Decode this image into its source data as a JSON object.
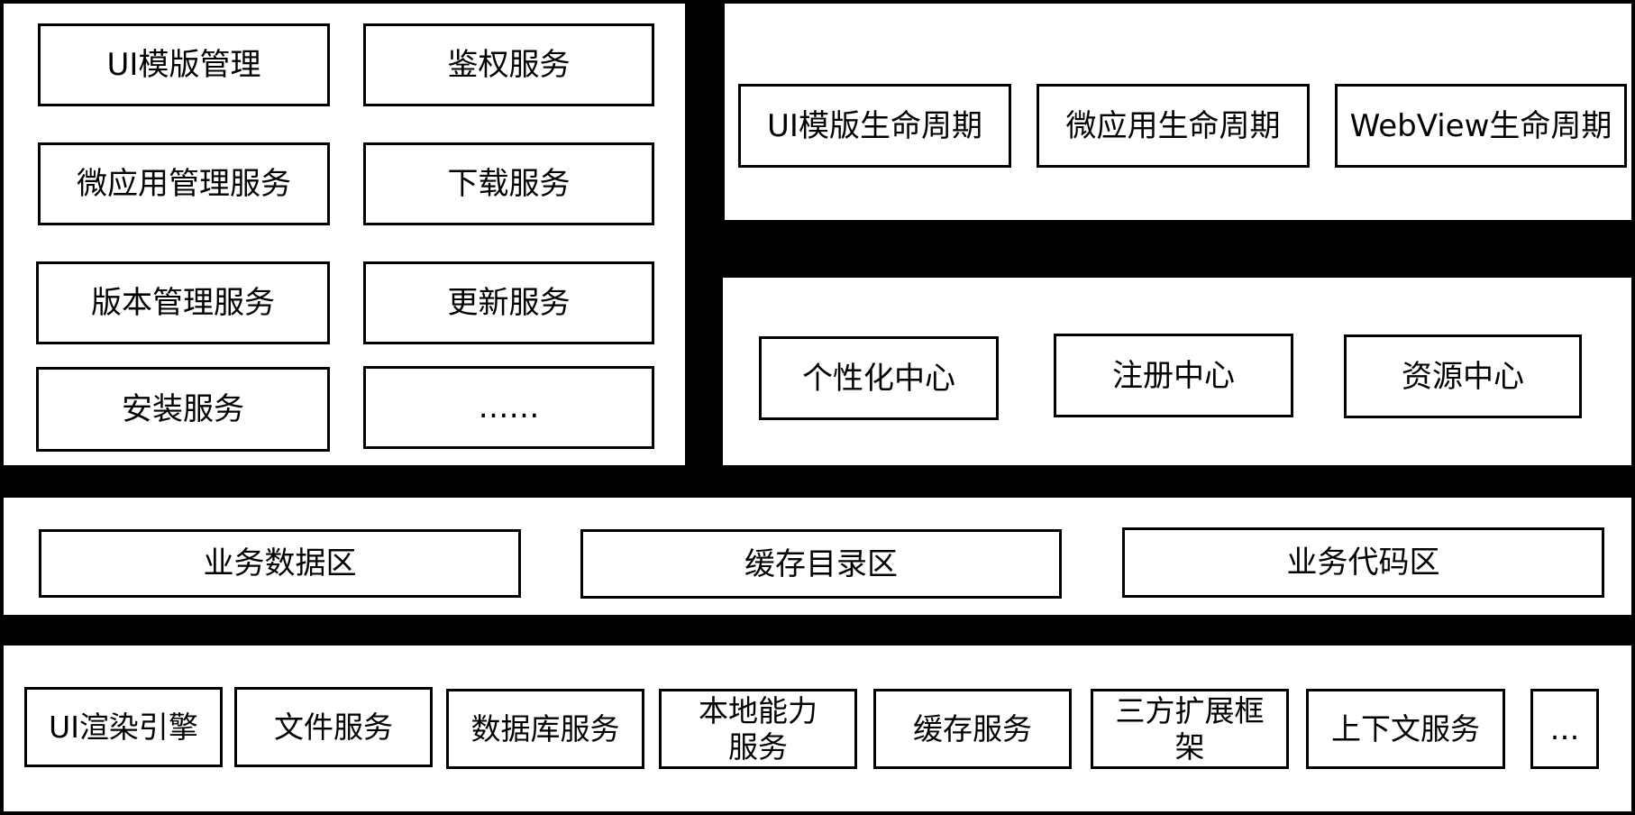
{
  "colors": {
    "background": "#000000",
    "panel": "#ffffff",
    "border": "#000000",
    "text": "#000000"
  },
  "services_panel": {
    "items": [
      "UI模版管理",
      "鉴权服务",
      "微应用管理服务",
      "下载服务",
      "版本管理服务",
      "更新服务",
      "安装服务",
      "……"
    ]
  },
  "lifecycle_panel": {
    "items": [
      "UI模版生命周期",
      "微应用生命周期",
      "WebView生命周期"
    ]
  },
  "center_panel": {
    "items": [
      "个性化中心",
      "注册中心",
      "资源中心"
    ]
  },
  "storage_panel": {
    "items": [
      "业务数据区",
      "缓存目录区",
      "业务代码区"
    ]
  },
  "base_panel": {
    "items": [
      "UI渲染引擎",
      "文件服务",
      "数据库服务",
      "本地能力\n服务",
      "缓存服务",
      "三方扩展框\n架",
      "上下文服务",
      "…"
    ]
  }
}
